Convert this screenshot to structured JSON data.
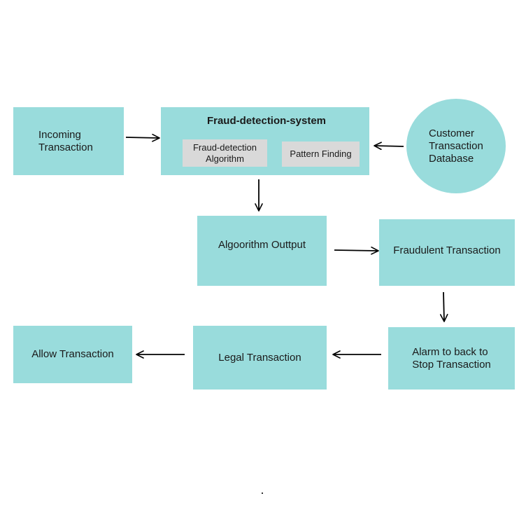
{
  "nodes": {
    "incoming": "Incoming\nTransaction",
    "system_title": "Fraud-detection-system",
    "algorithm": "Fraud-detection\nAlgorithm",
    "pattern": "Pattern Finding",
    "database": "Customer\nTransaction\nDatabase",
    "output": "Algoorithm Outtput",
    "fraudulent": "Fraudulent Transaction",
    "alarm": "Alarm to back to\nStop Transaction",
    "legal": "Legal Transaction",
    "allow": "Allow Transaction"
  },
  "colors": {
    "node_fill": "#99dcdc",
    "inner_fill": "#d9d9d9",
    "arrow": "#000000"
  }
}
